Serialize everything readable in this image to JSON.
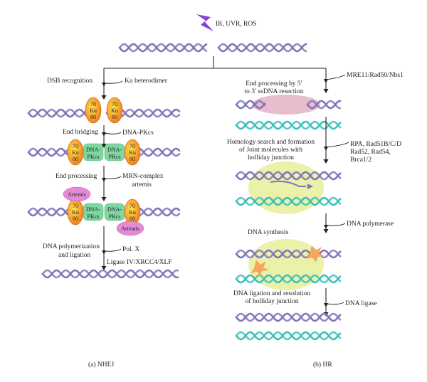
{
  "top": {
    "damage_label": "IR, UVR, ROS"
  },
  "nhej": {
    "steps": [
      "DSB recognition",
      "End bridging",
      "End processing",
      "DNA polymerization",
      "and ligation"
    ],
    "factors": [
      "Ku heterodimer",
      "DNA-PKcs",
      "MRN-complex",
      "artemis",
      "Pol. X",
      "Ligase IV/XRCC4/XLF"
    ],
    "proteins": {
      "ku_top": "70",
      "ku_mid": "Ku",
      "ku_bot": "80",
      "pk_top": "DNA-",
      "pk_bot": "PKcs",
      "artemis": "Artemis"
    },
    "caption": "(a) NHEJ"
  },
  "hr": {
    "steps": [
      "End processing by 5′",
      "to 3′ ssDNA resection",
      "Homology search and formation",
      "of Joint molecules with",
      "holliday junction",
      "DNA synthesis",
      "DNA ligation and resolution",
      "of holliday junction"
    ],
    "factors": [
      "MRE11/Rad50/Nbs1",
      "RPA, Rad51B/C/D",
      "Rad52, Rad54,",
      "Brca1/2",
      "DNA polymerase",
      "DNA ligase"
    ],
    "caption": "(b) HR"
  },
  "colors": {
    "dna_purple": "#7f74b8",
    "dna_teal": "#3cbfb8",
    "ku_orange": "#f07b1c",
    "pkcs_green": "#7fd6a0",
    "artemis_pink": "#e58ad6",
    "mre_pink": "#e6b6c8",
    "bubble_yellow": "#e9f0a0",
    "flash_orange": "#f5a65b",
    "arrow": "#222222",
    "lightning": "#8a3fd6"
  }
}
